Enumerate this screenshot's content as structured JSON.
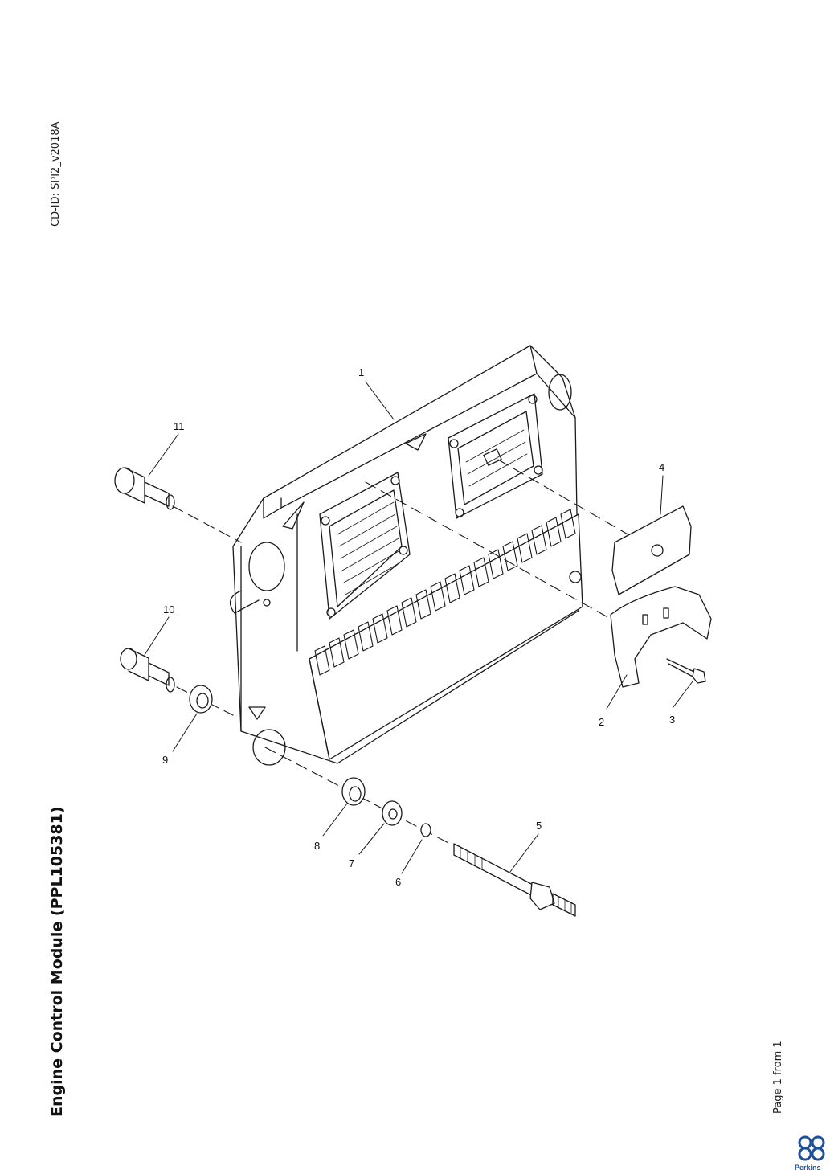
{
  "document": {
    "cd_id": "CD-ID: SPI2_v2018A",
    "title": "Engine Control Module (PPL105381)",
    "page": "Page 1 from 1",
    "brand": "Perkins",
    "brand_color": "#1d4f9a"
  },
  "callouts": {
    "c1": "1",
    "c2": "2",
    "c3": "3",
    "c4": "4",
    "c5": "5",
    "c6": "6",
    "c7": "7",
    "c8": "8",
    "c9": "9",
    "c10": "10",
    "c11": "11"
  }
}
